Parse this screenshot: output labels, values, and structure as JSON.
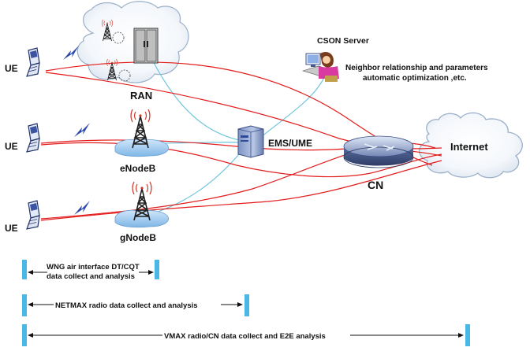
{
  "labels": {
    "ue1": "UE",
    "ue2": "UE",
    "ue3": "UE",
    "ran": "RAN",
    "enodeb": "eNodeB",
    "gnodeb": "gNodeB",
    "ems": "EMS/UME",
    "cn": "CN",
    "internet": "Internet",
    "cson_server": "CSON Server",
    "cson_note_line1": "Neighbor relationship and parameters",
    "cson_note_line2": "automatic optimization ,etc."
  },
  "spans": [
    {
      "line1": "WNG air interface DT/CQT",
      "line2": "data collect and analysis"
    },
    {
      "text": "NETMAX radio data collect and analysis"
    },
    {
      "text": "VMAX radio/CN data collect and E2E analysis"
    }
  ],
  "colors": {
    "red_link": "#e31c1c",
    "cyan_link": "#6ec6dc",
    "span_bar": "#49b8e6",
    "cloud_outline": "#9bb0c8",
    "water": "#9cc9ef"
  },
  "icons": [
    "phone-icon",
    "lightning-icon",
    "tower-icon",
    "cabinet-icon",
    "server-icon",
    "router-icon",
    "operator-icon",
    "cloud-icon"
  ]
}
